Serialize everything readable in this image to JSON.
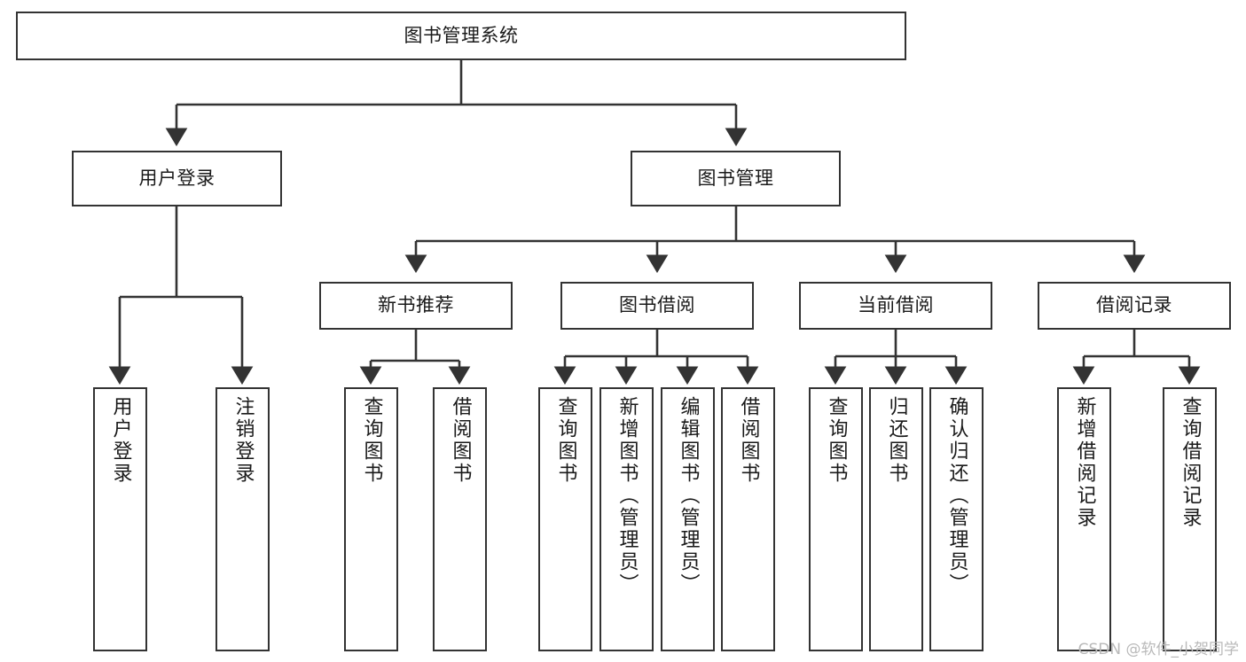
{
  "diagram": {
    "type": "tree-hierarchy-chart",
    "title": "图书管理系统",
    "line_color": "#333333",
    "box_fill": "#ffffff",
    "text_color": "#1a1a1a",
    "watermark": "CSDN @软件_小贺同学"
  },
  "nodes": {
    "root": {
      "label": "图书管理系统",
      "level": 1,
      "orientation": "horizontal"
    },
    "l2": [
      {
        "id": "user-login",
        "label": "用户登录",
        "level": 2,
        "orientation": "horizontal"
      },
      {
        "id": "book-management",
        "label": "图书管理",
        "level": 2,
        "orientation": "horizontal"
      }
    ],
    "l3": [
      {
        "id": "new-book-recommend",
        "label": "新书推荐",
        "level": 3,
        "orientation": "horizontal"
      },
      {
        "id": "book-borrow",
        "label": "图书借阅",
        "level": 3,
        "orientation": "horizontal"
      },
      {
        "id": "current-borrow",
        "label": "当前借阅",
        "level": 3,
        "orientation": "horizontal"
      },
      {
        "id": "borrow-record",
        "label": "借阅记录",
        "level": 3,
        "orientation": "horizontal"
      }
    ],
    "leaves": [
      {
        "id": "leaf-user-login",
        "label": "用户登录",
        "parent": "user-login",
        "orientation": "vertical"
      },
      {
        "id": "leaf-user-logout",
        "label": "注销登录",
        "parent": "user-login",
        "orientation": "vertical"
      },
      {
        "id": "leaf-query-book-1",
        "label": "查询图书",
        "parent": "new-book-recommend",
        "orientation": "vertical"
      },
      {
        "id": "leaf-borrow-book-1",
        "label": "借阅图书",
        "parent": "new-book-recommend",
        "orientation": "vertical"
      },
      {
        "id": "leaf-query-book-2",
        "label": "查询图书",
        "parent": "book-borrow",
        "orientation": "vertical"
      },
      {
        "id": "leaf-add-book",
        "label": "新增图书（管理员）",
        "parent": "book-borrow",
        "orientation": "vertical"
      },
      {
        "id": "leaf-edit-book",
        "label": "编辑图书（管理员）",
        "parent": "book-borrow",
        "orientation": "vertical"
      },
      {
        "id": "leaf-borrow-book-2",
        "label": "借阅图书",
        "parent": "book-borrow",
        "orientation": "vertical"
      },
      {
        "id": "leaf-query-book-3",
        "label": "查询图书",
        "parent": "current-borrow",
        "orientation": "vertical"
      },
      {
        "id": "leaf-return-book",
        "label": "归还图书",
        "parent": "current-borrow",
        "orientation": "vertical"
      },
      {
        "id": "leaf-confirm-return",
        "label": "确认归还（管理员）",
        "parent": "current-borrow",
        "orientation": "vertical"
      },
      {
        "id": "leaf-add-record",
        "label": "新增借阅记录",
        "parent": "borrow-record",
        "orientation": "vertical"
      },
      {
        "id": "leaf-query-record",
        "label": "查询借阅记录",
        "parent": "borrow-record",
        "orientation": "vertical"
      }
    ]
  }
}
